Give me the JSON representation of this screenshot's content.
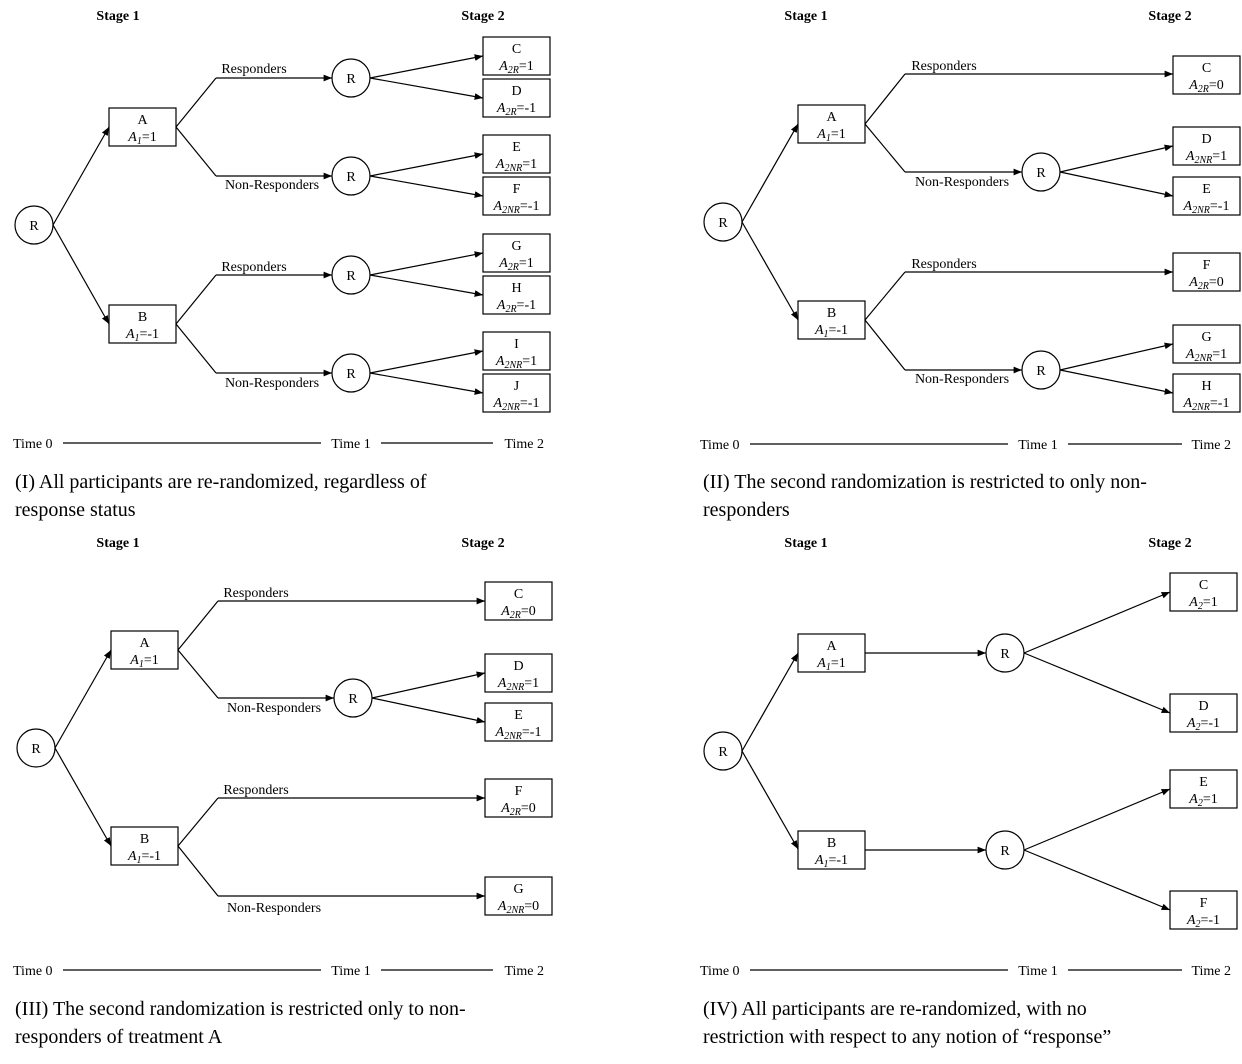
{
  "panels": [
    {
      "id": "I",
      "stage1_label": "Stage 1",
      "stage2_label": "Stage 2",
      "root": "R",
      "caption_lines": [
        "(I) All participants are re-randomized, regardless of",
        "response status"
      ],
      "time_labels": [
        "Time 0",
        "Time 1",
        "Time 2"
      ],
      "stage1_nodes": [
        {
          "name": "A",
          "var": "A",
          "sub": "1",
          "val": "=1"
        },
        {
          "name": "B",
          "var": "A",
          "sub": "1",
          "val": "=-1"
        }
      ],
      "branch_labels": [
        "Responders",
        "Non-Responders",
        "Responders",
        "Non-Responders"
      ],
      "rand_nodes": [
        "R",
        "R",
        "R",
        "R"
      ],
      "stage2_nodes": [
        {
          "name": "C",
          "var": "A",
          "sub": "2R",
          "val": "=1"
        },
        {
          "name": "D",
          "var": "A",
          "sub": "2R",
          "val": "=-1"
        },
        {
          "name": "E",
          "var": "A",
          "sub": "2NR",
          "val": "=1"
        },
        {
          "name": "F",
          "var": "A",
          "sub": "2NR",
          "val": "=-1"
        },
        {
          "name": "G",
          "var": "A",
          "sub": "2R",
          "val": "=1"
        },
        {
          "name": "H",
          "var": "A",
          "sub": "2R",
          "val": "=-1"
        },
        {
          "name": "I",
          "var": "A",
          "sub": "2NR",
          "val": "=1"
        },
        {
          "name": "J",
          "var": "A",
          "sub": "2NR",
          "val": "=-1"
        }
      ]
    },
    {
      "id": "II",
      "stage1_label": "Stage 1",
      "stage2_label": "Stage 2",
      "root": "R",
      "caption_lines": [
        "(II) The second randomization is restricted to only non-",
        "responders"
      ],
      "time_labels": [
        "Time 0",
        "Time 1",
        "Time 2"
      ],
      "stage1_nodes": [
        {
          "name": "A",
          "var": "A",
          "sub": "1",
          "val": "=1"
        },
        {
          "name": "B",
          "var": "A",
          "sub": "1",
          "val": "=-1"
        }
      ],
      "branch_labels": [
        "Responders",
        "Non-Responders",
        "Responders",
        "Non-Responders"
      ],
      "rand_nodes": [
        "R",
        "R"
      ],
      "stage2_nodes": [
        {
          "name": "C",
          "var": "A",
          "sub": "2R",
          "val": "=0"
        },
        {
          "name": "D",
          "var": "A",
          "sub": "2NR",
          "val": "=1"
        },
        {
          "name": "E",
          "var": "A",
          "sub": "2NR",
          "val": "=-1"
        },
        {
          "name": "F",
          "var": "A",
          "sub": "2R",
          "val": "=0"
        },
        {
          "name": "G",
          "var": "A",
          "sub": "2NR",
          "val": "=1"
        },
        {
          "name": "H",
          "var": "A",
          "sub": "2NR",
          "val": "=-1"
        }
      ]
    },
    {
      "id": "III",
      "stage1_label": "Stage 1",
      "stage2_label": "Stage 2",
      "root": "R",
      "caption_lines": [
        "(III) The second randomization is restricted only to non-",
        "responders of treatment A"
      ],
      "time_labels": [
        "Time 0",
        "Time 1",
        "Time 2"
      ],
      "stage1_nodes": [
        {
          "name": "A",
          "var": "A",
          "sub": "1",
          "val": "=1"
        },
        {
          "name": "B",
          "var": "A",
          "sub": "1",
          "val": "=-1"
        }
      ],
      "branch_labels": [
        "Responders",
        "Non-Responders",
        "Responders",
        "Non-Responders"
      ],
      "rand_nodes": [
        "R"
      ],
      "stage2_nodes": [
        {
          "name": "C",
          "var": "A",
          "sub": "2R",
          "val": "=0"
        },
        {
          "name": "D",
          "var": "A",
          "sub": "2NR",
          "val": "=1"
        },
        {
          "name": "E",
          "var": "A",
          "sub": "2NR",
          "val": "=-1"
        },
        {
          "name": "F",
          "var": "A",
          "sub": "2R",
          "val": "=0"
        },
        {
          "name": "G",
          "var": "A",
          "sub": "2NR",
          "val": "=0"
        }
      ]
    },
    {
      "id": "IV",
      "stage1_label": "Stage 1",
      "stage2_label": "Stage 2",
      "root": "R",
      "caption_lines": [
        "(IV) All participants are re-randomized, with no",
        "restriction with respect to any notion of “response”"
      ],
      "time_labels": [
        "Time 0",
        "Time 1",
        "Time 2"
      ],
      "stage1_nodes": [
        {
          "name": "A",
          "var": "A",
          "sub": "1",
          "val": "=1"
        },
        {
          "name": "B",
          "var": "A",
          "sub": "1",
          "val": "=-1"
        }
      ],
      "branch_labels": [],
      "rand_nodes": [
        "R",
        "R"
      ],
      "stage2_nodes": [
        {
          "name": "C",
          "var": "A",
          "sub": "2",
          "val": "=1"
        },
        {
          "name": "D",
          "var": "A",
          "sub": "2",
          "val": "=-1"
        },
        {
          "name": "E",
          "var": "A",
          "sub": "2",
          "val": "=1"
        },
        {
          "name": "F",
          "var": "A",
          "sub": "2",
          "val": "=-1"
        }
      ]
    }
  ]
}
